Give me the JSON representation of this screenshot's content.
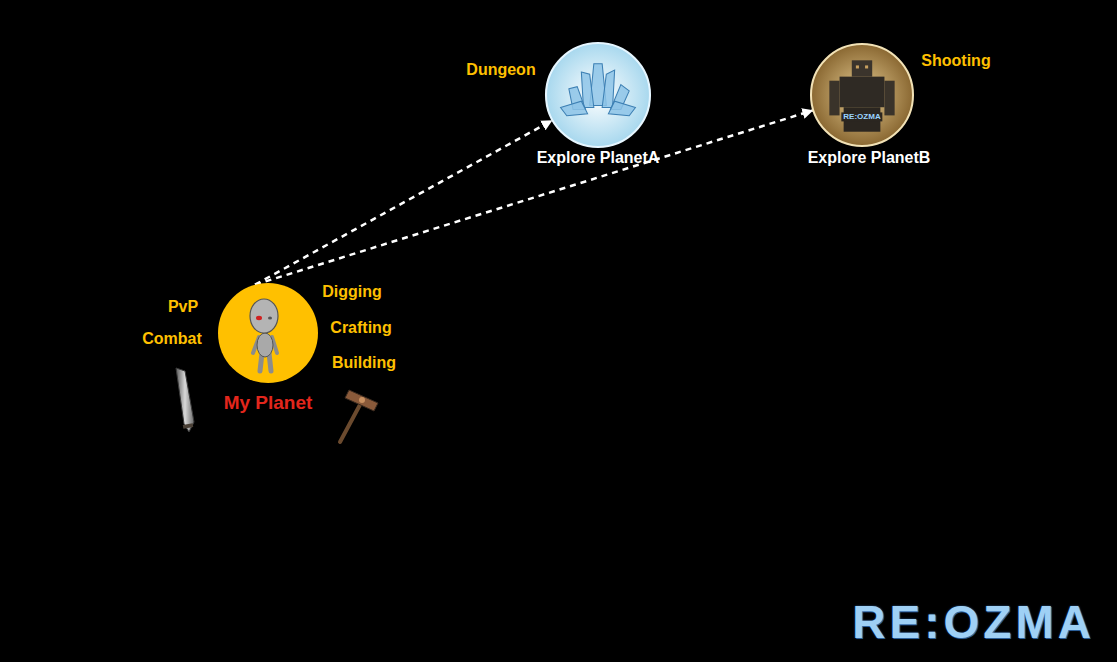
{
  "diagram": {
    "nodes": [
      {
        "text": [
          "My Planet"
        ]
      },
      {
        "text": [
          "Explore PlanetA"
        ]
      },
      {
        "text": [
          "RE:OZMA",
          "Explore PlanetB"
        ]
      }
    ],
    "edges": [
      {
        "from": 0,
        "to": 1,
        "arrow": "to"
      },
      {
        "from": 0,
        "to": 2,
        "arrow": "to"
      }
    ],
    "labels": [
      "PvP",
      "Combat",
      "Digging",
      "Crafting",
      "Building",
      "Dungeon",
      "Shooting",
      "RE:OZMA"
    ]
  }
}
